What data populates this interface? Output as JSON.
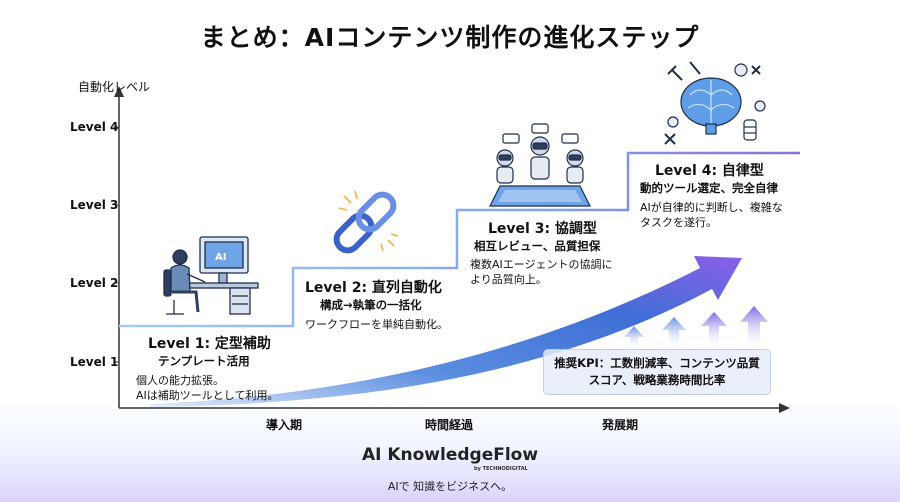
{
  "title": "まとめ：AIコンテンツ制作の進化ステップ",
  "y_axis_title": "自動化レベル",
  "y_levels": [
    "Level 1",
    "Level 2",
    "Level 3",
    "Level 4"
  ],
  "x_phases": [
    "導入期",
    "時間経過",
    "発展期"
  ],
  "levels": [
    {
      "title": "Level 1: 定型補助",
      "subtitle": "テンプレート活用",
      "desc": [
        "個人の能力拡張。",
        "AIは補助ツールとして利用。"
      ],
      "icon": "person-at-computer-icon"
    },
    {
      "title": "Level 2: 直列自動化",
      "subtitle": "構成→執筆の一括化",
      "desc": [
        "ワークフローを単純自動化。"
      ],
      "icon": "chain-link-icon"
    },
    {
      "title": "Level 3: 協調型",
      "subtitle": "相互レビュー、品質担保",
      "desc": [
        "複数AIエージェントの協調に",
        "より品質向上。"
      ],
      "icon": "robot-team-icon"
    },
    {
      "title": "Level 4: 自律型",
      "subtitle": "動的ツール選定、完全自律",
      "desc": [
        "AIが自律的に判断し、複雑な",
        "タスクを遂行。"
      ],
      "icon": "brain-tools-icon"
    }
  ],
  "kpi": {
    "line1": "推奨KPI：工数削減率、コンテンツ品質",
    "line2": "スコア、戦略業務時間比率"
  },
  "brand": {
    "name": "AI KnowledgeFlow",
    "by": "by TECHNODIGITAL",
    "tagline": "AIで 知識をビジネスへ。"
  },
  "colors": {
    "step_line": "#8fb8e6",
    "step_line_end": "#8b6fe0",
    "arrow_start": "#3a6fd8",
    "arrow_end": "#8a5fe8",
    "axis": "#333333"
  }
}
